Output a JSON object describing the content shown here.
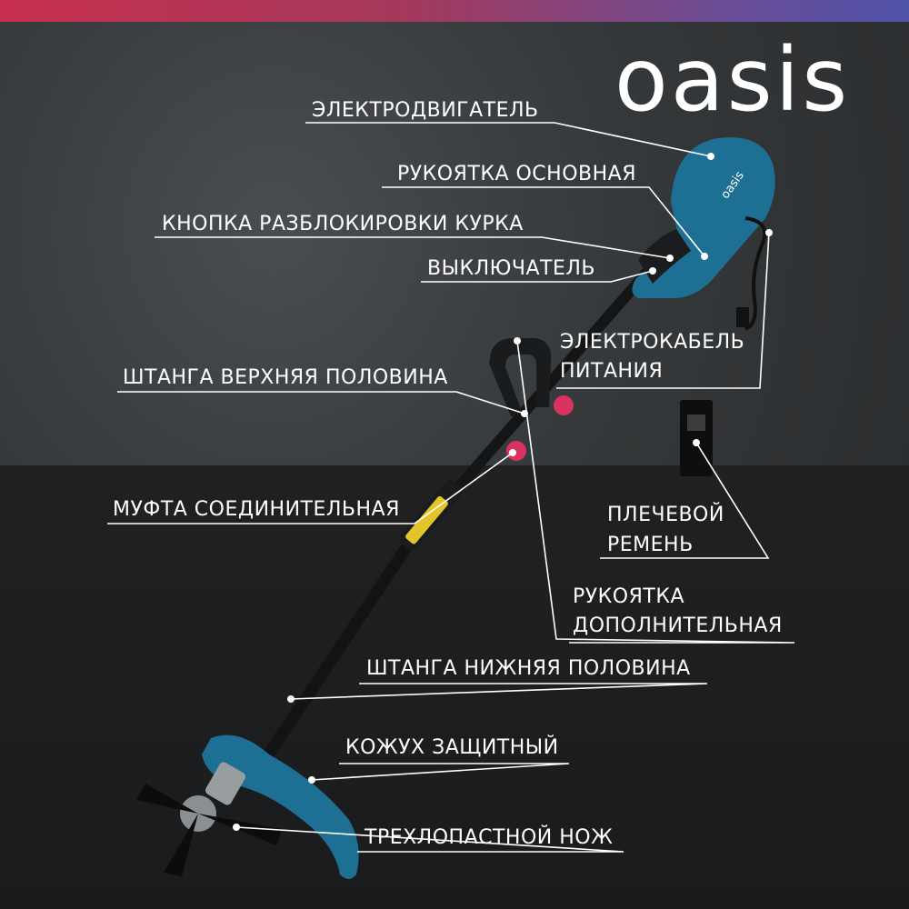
{
  "brand": {
    "logo_text": "oasis"
  },
  "colors": {
    "accent_gradient_start": "#c8304f",
    "accent_gradient_end": "#4f52a8",
    "product_blue": "#1e6f94",
    "pink_knob": "#d8335e"
  },
  "labels": {
    "motor": "ЭЛЕКТРОДВИГАТЕЛЬ",
    "main_handle": "РУКОЯТКА ОСНОВНАЯ",
    "trigger_unlock": "КНОПКА РАЗБЛОКИРОВКИ КУРКА",
    "switch": "ВЫКЛЮЧАТЕЛЬ",
    "cable_line1": "ЭЛЕКТРОКАБЕЛЬ",
    "cable_line2": "ПИТАНИЯ",
    "upper_shaft": "ШТАНГА ВЕРХНЯЯ ПОЛОВИНА",
    "coupling": "МУФТА СОЕДИНИТЕЛЬНАЯ",
    "strap_line1": "ПЛЕЧЕВОЙ",
    "strap_line2": "РЕМЕНЬ",
    "aux_handle_line1": "РУКОЯТКА",
    "aux_handle_line2": "ДОПОЛНИТЕЛЬНАЯ",
    "lower_shaft": "ШТАНГА НИЖНЯЯ ПОЛОВИНА",
    "guard": "КОЖУХ ЗАЩИТНЫЙ",
    "blade": "ТРЕХЛОПАСТНОЙ НОЖ"
  },
  "product_marks": {
    "motor_logo": "oasis"
  }
}
